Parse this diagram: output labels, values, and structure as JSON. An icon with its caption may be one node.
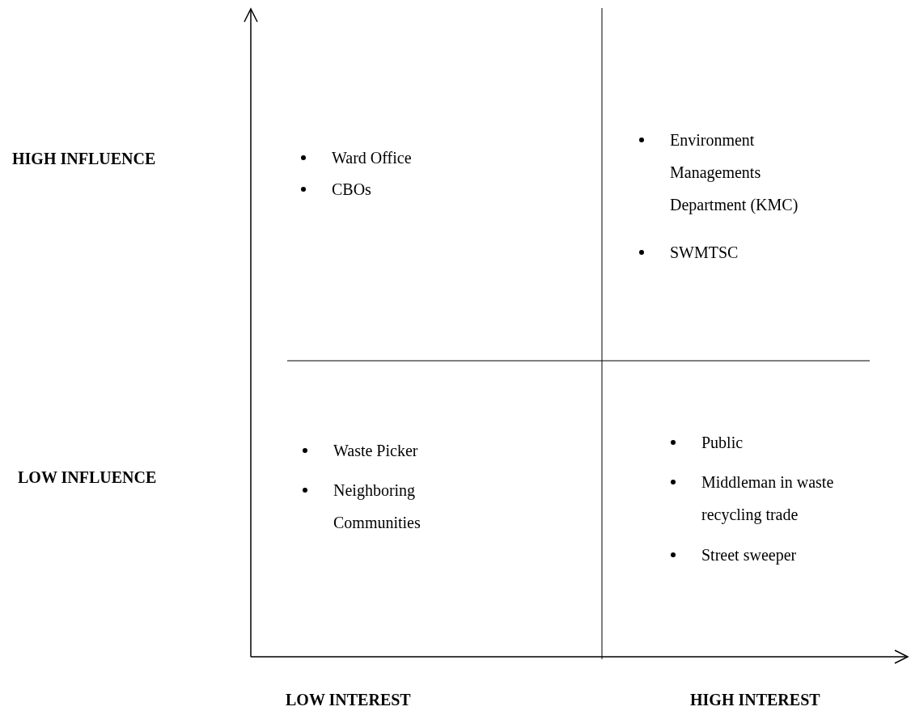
{
  "diagram": {
    "labels": [
      "HIGH INFLUENCE",
      "Ward Office",
      "CBOs",
      "Environment Managements Department (KMC)",
      "SWMTSC",
      "LOW INFLUENCE",
      "Waste Picker",
      "Neighboring Communities",
      "Public",
      "Middleman in waste recycling trade",
      "Street sweeper",
      "LOW INTEREST",
      "HIGH INTEREST"
    ]
  }
}
